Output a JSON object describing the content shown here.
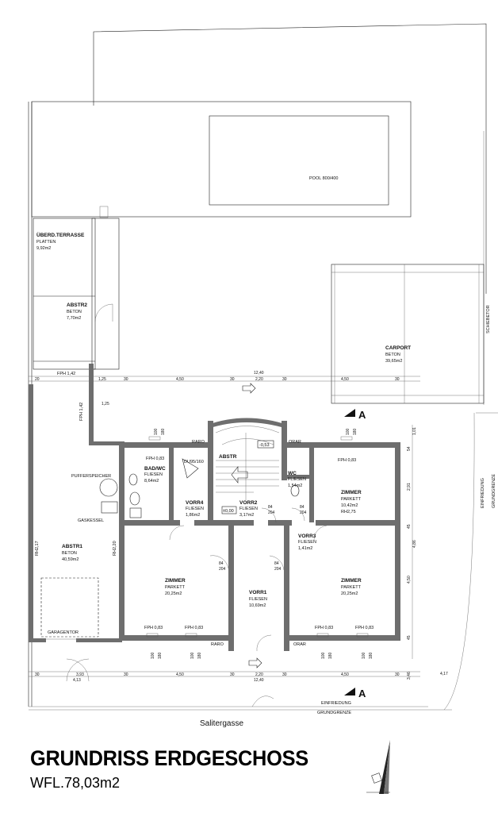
{
  "title": "GRUNDRISS ERDGESCHOSS",
  "subtitle": "WFL.78,03m2",
  "street": "Salitergasse",
  "section_marker": "A",
  "rooms": {
    "pool": "POOL 800/400",
    "terrace": {
      "name": "ÜBERD.TERRASSE",
      "floor": "PLATTEN",
      "area": "9,92m2"
    },
    "abstr2": {
      "name": "ABSTR2",
      "floor": "BETON",
      "area": "7,70m2"
    },
    "carport": {
      "name": "CARPORT",
      "floor": "BETON",
      "area": "39,65m2"
    },
    "badwc": {
      "name": "BAD/WC",
      "floor": "FLIESEN",
      "area": "8,64m2"
    },
    "abstr": {
      "name": "ABSTR"
    },
    "wc": {
      "name": "WC",
      "floor": "FLIESEN",
      "area": "1,54m2"
    },
    "zimmer_ne": {
      "name": "ZIMMER",
      "floor": "PARKETT",
      "area": "10,42m2",
      "extra": "RH2,75"
    },
    "vorr4": {
      "name": "VORR4",
      "floor": "FLIESEN",
      "area": "1,86m2"
    },
    "vorr2": {
      "name": "VORR2",
      "floor": "FLIESEN",
      "area": "3,17m2"
    },
    "vorr3": {
      "name": "VORR3",
      "floor": "FLIESEN",
      "area": "1,41m2"
    },
    "abstr1": {
      "name": "ABSTR1",
      "floor": "BETON",
      "area": "40,59m2"
    },
    "zimmer_sw": {
      "name": "ZIMMER",
      "floor": "PARKETT",
      "area": "20,25m2"
    },
    "vorr1": {
      "name": "VORR1",
      "floor": "FLIESEN",
      "area": "10,69m2"
    },
    "zimmer_se": {
      "name": "ZIMMER",
      "floor": "PARKETT",
      "area": "20,25m2"
    }
  },
  "labels": {
    "pufferspeicher": "PUFFERSPEICHER",
    "gaskessel": "GASKESSEL",
    "garagentor": "GARAGENTOR",
    "einfriedung_bottom": "EINFRIEDUNG",
    "grundgrenze_bottom": "GRUNDGRENZE",
    "einfriedung_right": "EINFRIEDUNG",
    "grundgrenze_right": "GRUNDGRENZE",
    "schiebetor": "SCHIEBETOR",
    "raro_top": "RARO",
    "orar_top": "ORAR",
    "raro_bottom": "RARO",
    "orar_bottom": "ORAR",
    "du": "DU95/160",
    "level": "±0,00",
    "stair_level": "-0,53",
    "rh_left": "RH2,17",
    "rh_abstr1": "RH2,20"
  },
  "windows": {
    "fph_top_left": "FPH 0,83",
    "fph_top_right": "FPH 0,83",
    "fph_bl1": "FPH 0,83",
    "fph_bl2": "FPH 0,83",
    "fph_br1": "FPH 0,83",
    "fph_br2": "FPH 0,83",
    "fph_terrace": "FPH 1,42",
    "fph_vert": "FPH 1,42"
  },
  "dimensions": {
    "top_total": "12,40",
    "top_segments": [
      "20",
      "1,25",
      "30",
      "4,50",
      "30",
      "2,20",
      "30",
      "4,50",
      "30"
    ],
    "bottom_total": "12,40",
    "bottom_segments": [
      "30",
      "3,93",
      "30",
      "4,50",
      "30",
      "2,20",
      "30",
      "4,50",
      "30"
    ],
    "bottom_left": "4,13",
    "bottom_right": "4,17",
    "right_segments": [
      "1,01",
      "54",
      "2,91",
      "45",
      "4,86",
      "4,50",
      "45",
      "3,46"
    ],
    "door_84_204": [
      "84",
      "204"
    ],
    "window_100_180": [
      "100",
      "180"
    ]
  }
}
